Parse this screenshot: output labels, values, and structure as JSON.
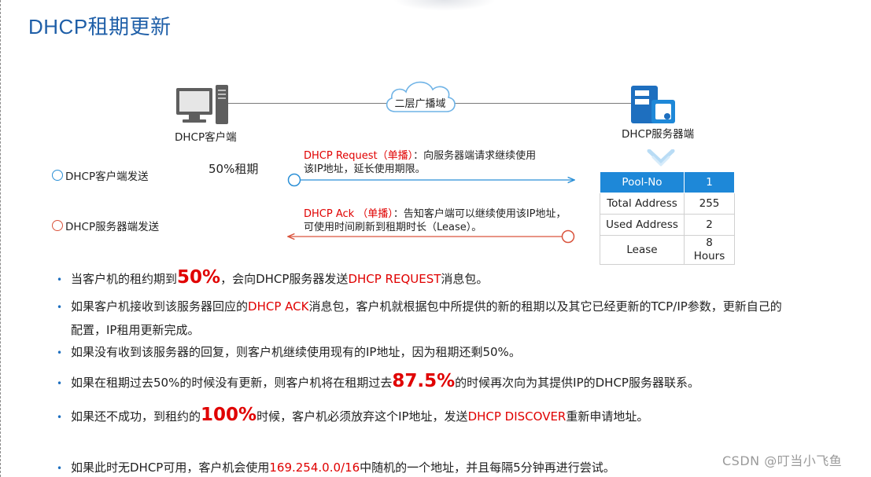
{
  "slide": {
    "title": "DHCP租期更新",
    "broadcast_domain": "二层广播域",
    "client_label": "DHCP客户端",
    "server_label": "DHCP服务器端",
    "lease_point": "50%租期"
  },
  "legend": {
    "client_send": "DHCP客户端发送",
    "server_send": "DHCP服务器端发送"
  },
  "messages": {
    "request": {
      "name": "DHCP Request（单播）",
      "desc_line1": "：向服务器端请求继续使用",
      "desc_line2": "该IP地址，延长使用期限。"
    },
    "ack": {
      "name": "DHCP Ack （单播）",
      "desc_line1": "：告知客户端可以继续使用该IP地址，",
      "desc_line2": "可使用时间刷新到租期时长（Lease）。"
    }
  },
  "pool_table": {
    "header": [
      "Pool-No",
      "1"
    ],
    "rows": [
      [
        "Total Address",
        "255"
      ],
      [
        "Used Address",
        "2"
      ],
      [
        "Lease",
        "8",
        "Hours"
      ]
    ]
  },
  "bullets": {
    "b1": {
      "a": "当客户机的租约期到",
      "big": "50%",
      "b": "，会向DHCP服务器发送",
      "red": "DHCP REQUEST",
      "c": "消息包。"
    },
    "b2": {
      "a": "如果客户机接收到该服务器回应的",
      "red": "DHCP ACK",
      "b": "消息包，客户机就根据包中所提供的新的租期以及其它已经更新的TCP/IP参数，更新自己的",
      "cont": "配置，IP租用更新完成。"
    },
    "b3": {
      "a": "如果没有收到该服务器的回复，则客户机继续使用现有的IP地址，因为租期还剩50%。"
    },
    "b4": {
      "a": "如果在租期过去50%的时候没有更新，则客户机将在租期过去",
      "big": "87.5%",
      "b": "的时候再次向为其提供IP的DHCP服务器联系。"
    },
    "b5": {
      "a": "如果还不成功，到租约的",
      "big": "100%",
      "b": "时候，客户机必须放弃这个IP地址，发送",
      "red": "DHCP DISCOVER",
      "c": "重新申请地址。"
    },
    "b6": {
      "a": "如果此时无DHCP可用，客户机会使用",
      "red": "169.254.0.0/16",
      "b": "中随机的一个地址，并且每隔5分钟再进行尝试。"
    }
  },
  "watermark": "CSDN @叮当小飞鱼",
  "colors": {
    "title": "#1f5fa8",
    "accent_red": "#e00000",
    "table_header": "#1e88d8",
    "client_flow": "#2a8fd6",
    "server_flow": "#d9533c"
  },
  "icons": [
    "desktop-computer-icon",
    "cloud-icon",
    "server-icon",
    "down-arrow-icon"
  ]
}
